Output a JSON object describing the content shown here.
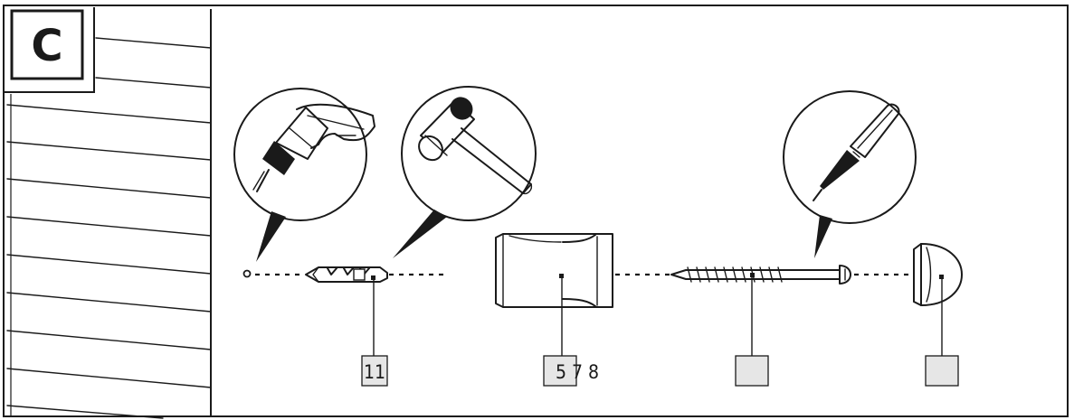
{
  "step": {
    "letter": "C"
  },
  "parts": [
    {
      "id": "wall-plug",
      "label": "11"
    },
    {
      "id": "spacer",
      "label": "5 7 8"
    },
    {
      "id": "screw",
      "label": ""
    },
    {
      "id": "end-cap",
      "label": ""
    }
  ],
  "tools": [
    {
      "id": "drill",
      "icon": "drill-icon"
    },
    {
      "id": "hammer",
      "icon": "hammer-icon"
    },
    {
      "id": "screwdriver",
      "icon": "screwdriver-icon"
    }
  ],
  "colors": {
    "line": "#1a1a1a",
    "label_box": "#e6e6e6",
    "background": "#ffffff"
  }
}
